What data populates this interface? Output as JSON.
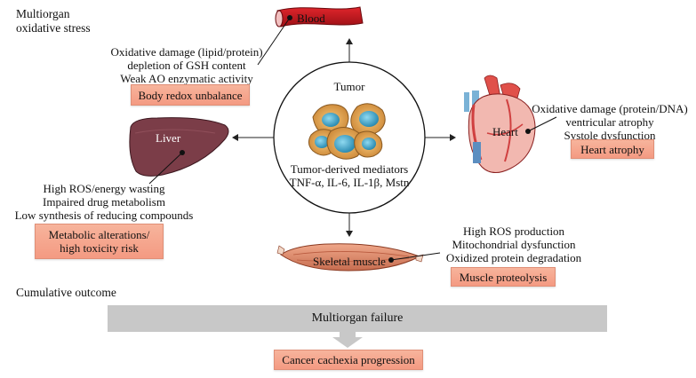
{
  "texts": {
    "multiorgan_line1": "Multiorgan",
    "multiorgan_line2": "oxidative stress",
    "blood_label": "Blood",
    "blood_effects": [
      "Oxidative damage (lipid/protein)",
      "depletion of GSH content",
      "Weak AO enzymatic activity"
    ],
    "blood_box": "Body redox unbalance",
    "tumor_label": "Tumor",
    "tumor_mediators_line1": "Tumor-derived mediators",
    "tumor_mediators_line2": "TNF-α, IL-6, IL-1β, Mstn",
    "liver_label": "Liver",
    "liver_effects": [
      "High ROS/energy wasting",
      "Impaired drug metabolism",
      "Low synthesis of reducing compounds"
    ],
    "liver_box_line1": "Metabolic alterations/",
    "liver_box_line2": "high toxicity risk",
    "heart_label": "Heart",
    "heart_effects": [
      "Oxidative damage (protein/DNA)",
      "ventricular atrophy",
      "Systole dysfunction"
    ],
    "heart_box": "Heart atrophy",
    "muscle_label": "Skeletal muscle",
    "muscle_effects": [
      "High ROS production",
      "Mitochondrial dysfunction",
      "Oxidized protein degradation"
    ],
    "muscle_box": "Muscle proteolysis",
    "cumulative_label": "Cumulative outcome",
    "failure_bar": "Multiorgan failure",
    "progression_box": "Cancer cachexia progression"
  },
  "colors": {
    "box_fill": "#f5a68d",
    "bar_fill": "#c8c8c8",
    "blood_vessel": "#c0141b",
    "liver": "#7a3a45",
    "tumor_cell": "#e0a050",
    "tumor_nucleus": "#2fa3c9",
    "muscle": "#d98060"
  }
}
